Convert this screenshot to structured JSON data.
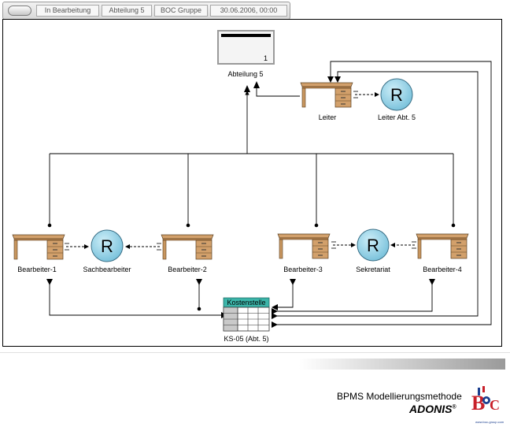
{
  "toolbar": {
    "status": "In Bearbeitung",
    "unit": "Abteilung 5",
    "group": "BOC Gruppe",
    "date": "30.06.2006, 00:00"
  },
  "diagram": {
    "org_unit": {
      "name": "Abteilung 5",
      "index": "1"
    },
    "positions": {
      "leiter": "Leiter",
      "b1": "Bearbeiter-1",
      "b2": "Bearbeiter-2",
      "b3": "Bearbeiter-3",
      "b4": "Bearbeiter-4"
    },
    "roles": {
      "leiter_role": "Leiter Abt. 5",
      "sach": "Sachbearbeiter",
      "sekr": "Sekretariat"
    },
    "role_letter": "R",
    "cost_center": {
      "header": "Kostenstelle",
      "name": "KS-05 (Abt. 5)"
    }
  },
  "footer": {
    "method": "BPMS Modellierungsmethode",
    "product": "ADONIS",
    "trademark": "®",
    "logo_text": "BOC",
    "logo_url": "www.boc-group.com"
  },
  "colors": {
    "desk": "#d2a06b",
    "desk_outline": "#5a3e1e",
    "role_fill": "#8fd0e6",
    "role_stroke": "#3a6f86",
    "cost_header": "#3cb5a9",
    "logo_red": "#c8202a",
    "logo_blue": "#1b3f8f"
  }
}
